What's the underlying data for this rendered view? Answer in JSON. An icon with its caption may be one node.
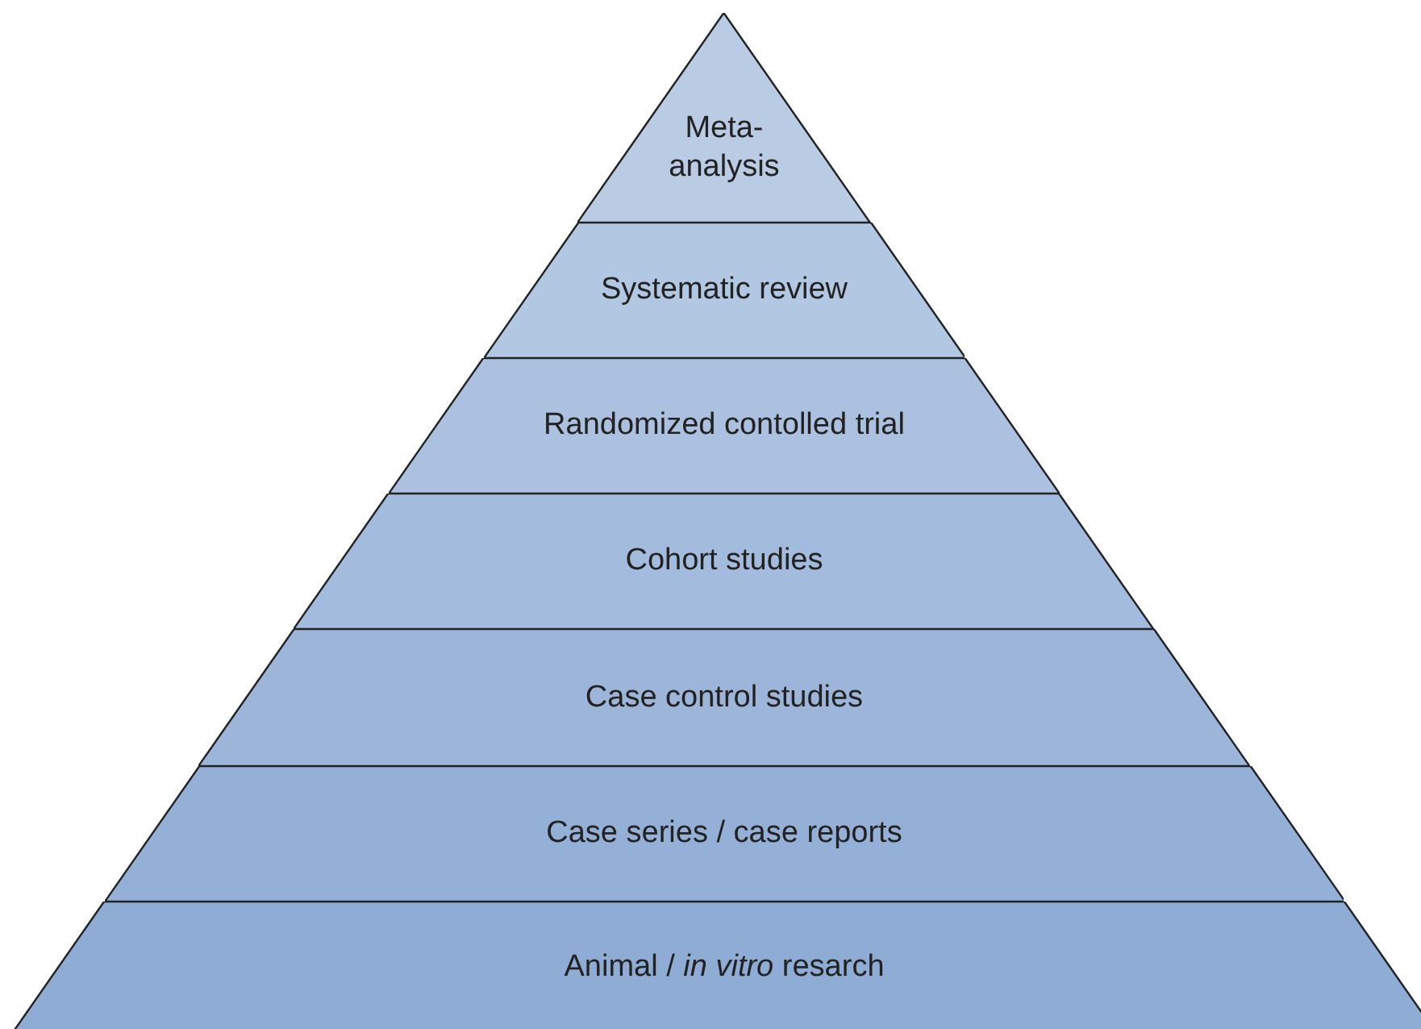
{
  "diagram": {
    "nodes": [
      {
        "text": [
          "Meta- analysis"
        ]
      },
      {
        "text": [
          "Systematic review"
        ]
      },
      {
        "text": [
          "Randomized contolled trial"
        ]
      },
      {
        "text": [
          "Cohort studies"
        ]
      },
      {
        "text": [
          "Case control studies"
        ]
      },
      {
        "text": [
          "Case series / case reports"
        ]
      },
      {
        "text": [
          "Animal / *in vitro* resarch"
        ]
      }
    ],
    "edges": []
  }
}
